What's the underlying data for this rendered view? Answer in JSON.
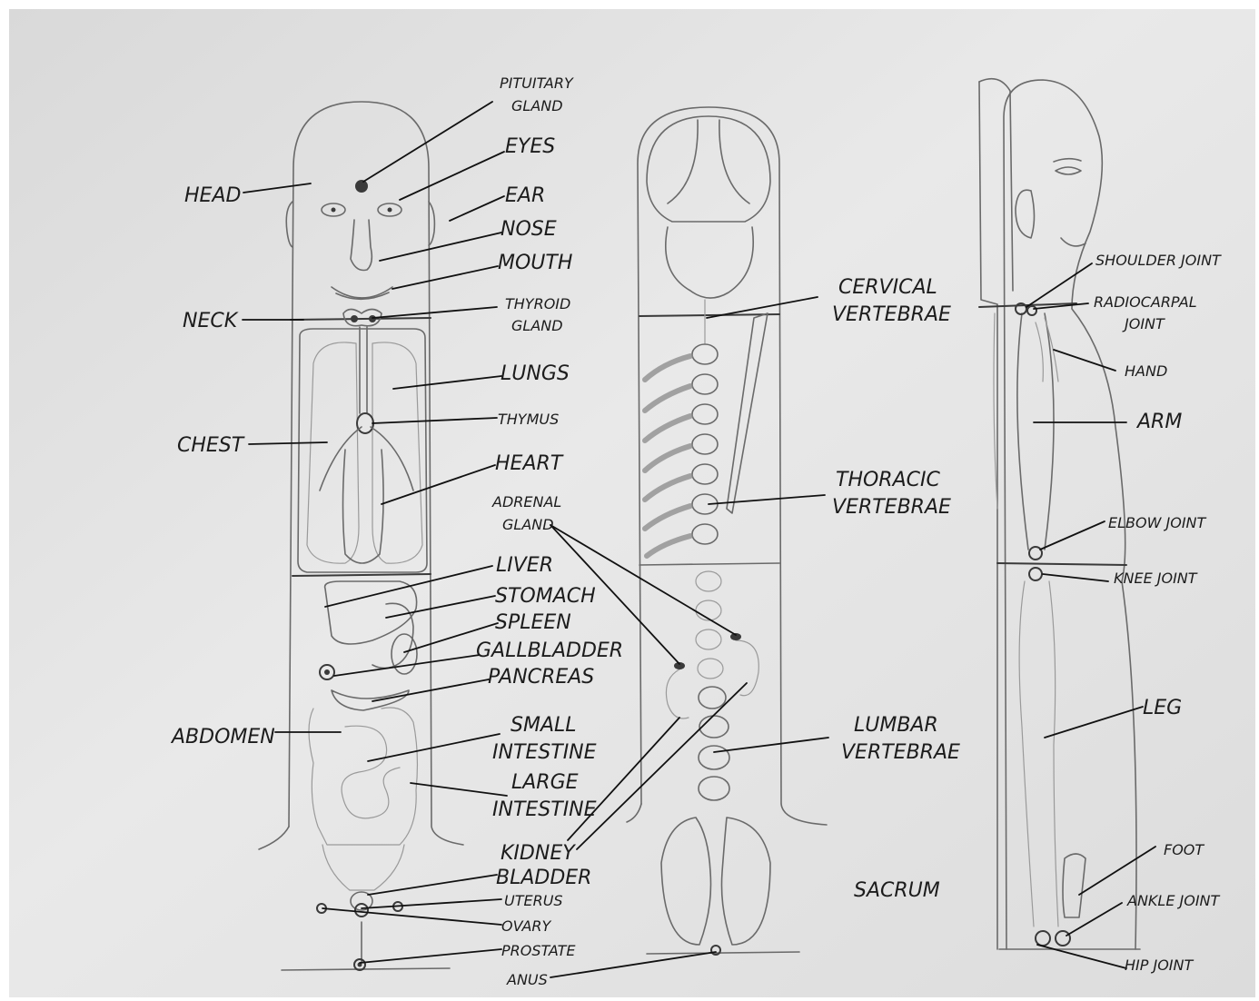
{
  "labels": {
    "pituitary_l1": "PITUITARY",
    "pituitary_l2": "GLAND",
    "eyes": "EYES",
    "ear": "EAR",
    "nose": "NOSE",
    "mouth": "MOUTH",
    "head": "HEAD",
    "neck": "NECK",
    "thyroid_l1": "THYROID",
    "thyroid_l2": "GLAND",
    "lungs": "LUNGS",
    "thymus": "THYMUS",
    "chest": "CHEST",
    "heart": "HEART",
    "adrenal_l1": "ADRENAL",
    "adrenal_l2": "GLAND",
    "liver": "LIVER",
    "stomach": "STOMACH",
    "spleen": "SPLEEN",
    "gallbladder": "GALLBLADDER",
    "pancreas": "PANCREAS",
    "abdomen": "ABDOMEN",
    "small_intestine_l1": "SMALL",
    "small_intestine_l2": "INTESTINE",
    "large_intestine_l1": "LARGE",
    "large_intestine_l2": "INTESTINE",
    "kidney": "KIDNEY",
    "bladder": "BLADDER",
    "uterus": "UTERUS",
    "ovary": "OVARY",
    "prostate": "PROSTATE",
    "anus": "ANUS",
    "cervical_l1": "CERVICAL",
    "cervical_l2": "VERTEBRAE",
    "thoracic_l1": "THORACIC",
    "thoracic_l2": "VERTEBRAE",
    "lumbar_l1": "LUMBAR",
    "lumbar_l2": "VERTEBRAE",
    "sacrum": "SACRUM",
    "shoulder_joint": "SHOULDER JOINT",
    "radiocarpal_l1": "RADIOCARPAL",
    "radiocarpal_l2": "JOINT",
    "hand": "HAND",
    "arm": "ARM",
    "elbow_joint": "ELBOW JOINT",
    "knee_joint": "KNEE JOINT",
    "leg": "LEG",
    "foot": "FOOT",
    "ankle_joint": "ANKLE JOINT",
    "hip_joint": "HIP JOINT"
  }
}
